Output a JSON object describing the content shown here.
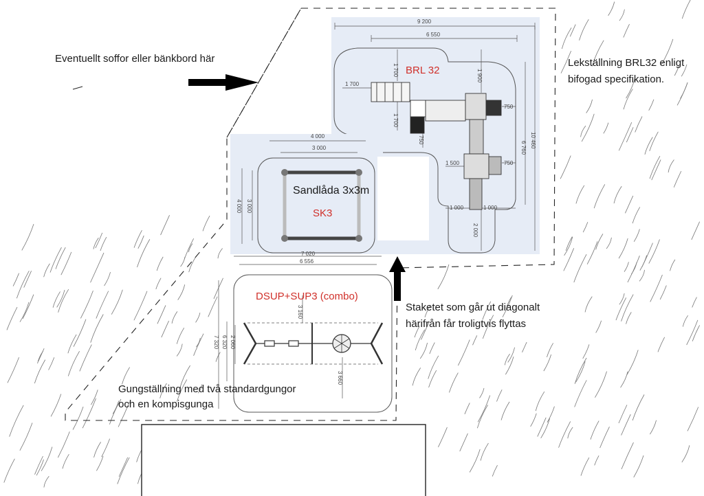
{
  "notes": {
    "seating": "Eventuellt soffor eller bänkbord här",
    "play_line1": "Lekställning BRL32 enligt",
    "play_line2": "bifogad specifikation.",
    "fence_line1": "Staketet som går ut diagonalt",
    "fence_line2": "härifrån får troligtvis flyttas",
    "swing_line1": "Gungställning med två standardgungor",
    "swing_line2": "och en kompisgunga"
  },
  "brl": {
    "label": "BRL 32",
    "dims": {
      "w9200": "9 200",
      "w6550": "6 550",
      "h1700a": "1 700",
      "w1700": "1 700",
      "h1700b": "1 700",
      "h1900": "1 900",
      "h750a": "750",
      "h750b": "750",
      "h750c": "750",
      "w1500": "1 500",
      "h6760": "6 760",
      "h10460": "10 460",
      "w1000a": "1 000",
      "w1000b": "1 000",
      "h2000": "2 000"
    }
  },
  "sand": {
    "label": "Sandlåda 3x3m",
    "code": "SK3",
    "dims": {
      "w4000": "4 000",
      "w3000": "3 000",
      "h4000": "4 000",
      "h3000": "3 000",
      "w7020": "7 020",
      "w6556": "6 556"
    }
  },
  "swing": {
    "label": "DSUP+SUP3 (combo)",
    "dims": {
      "h3160": "3 160",
      "h7320": "7 320",
      "h6320": "6 320",
      "h2060": "2 060",
      "h3660": "3 660"
    }
  },
  "colors": {
    "zone_fill": "#e6ecf6",
    "label_red": "#d0302a",
    "pen": "#222222",
    "arrow": "#000000"
  }
}
